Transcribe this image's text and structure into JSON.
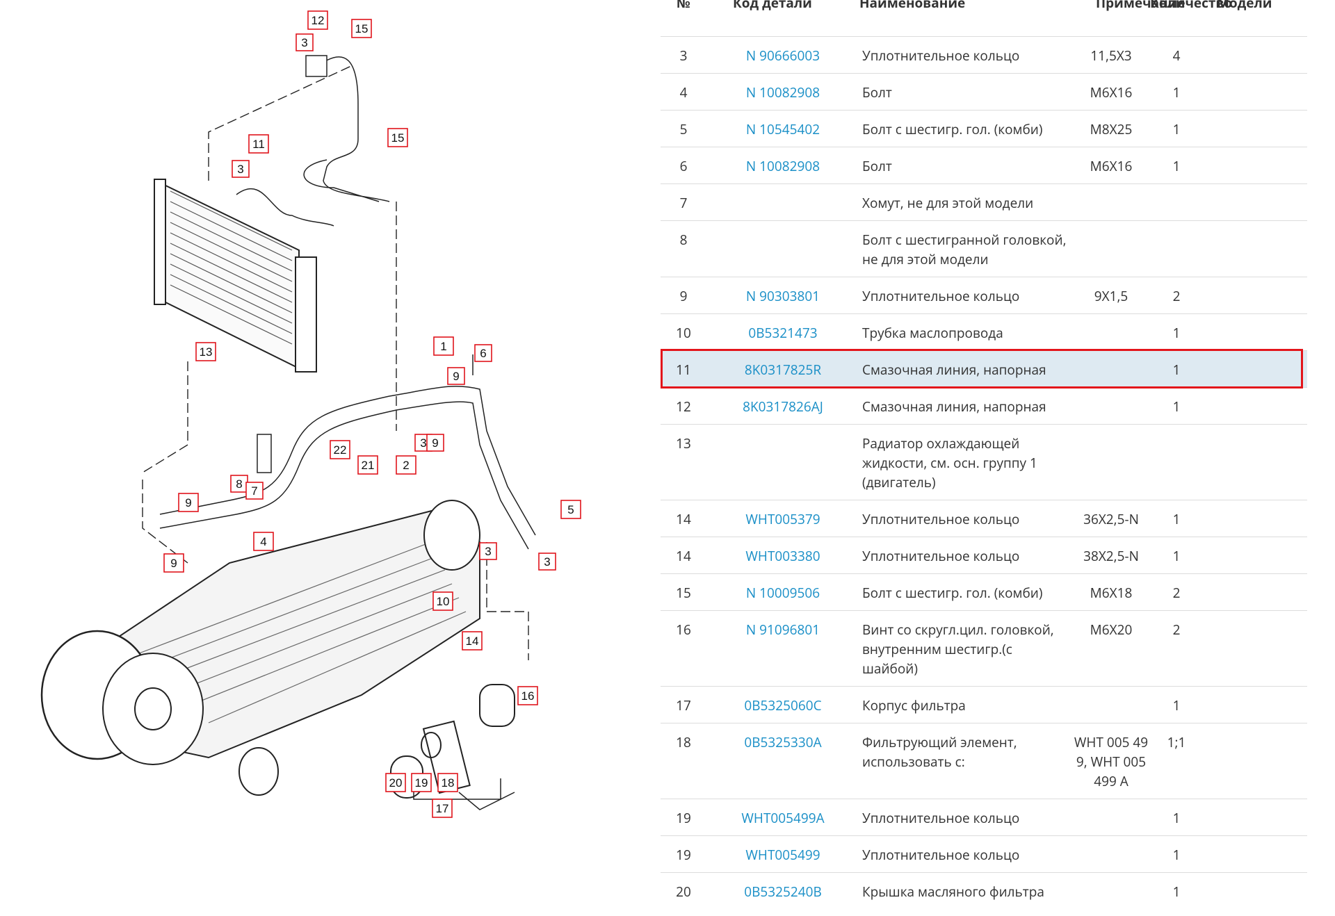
{
  "diagram_labels": [
    "12",
    "15",
    "3",
    "11",
    "3",
    "15",
    "13",
    "1",
    "9",
    "6",
    "22",
    "21",
    "3",
    "9",
    "2",
    "8",
    "7",
    "9",
    "4",
    "9",
    "5",
    "3",
    "3",
    "10",
    "14",
    "16",
    "20",
    "19",
    "18",
    "17"
  ],
  "table": {
    "headers": [
      "№",
      "Код детали",
      "Наименование",
      "Примечание",
      "Количество",
      "Модели"
    ],
    "rows": [
      {
        "no": "3",
        "code": "N 90666003",
        "name": "Уплотнительное кольцо",
        "note": "11,5X3",
        "qty": "4"
      },
      {
        "no": "4",
        "code": "N 10082908",
        "name": "Болт",
        "note": "M6X16",
        "qty": "1"
      },
      {
        "no": "5",
        "code": "N 10545402",
        "name": "Болт с шестигр. гол. (комби)",
        "note": "M8X25",
        "qty": "1"
      },
      {
        "no": "6",
        "code": "N 10082908",
        "name": "Болт",
        "note": "M6X16",
        "qty": "1"
      },
      {
        "no": "7",
        "code": "",
        "name": "Хомут, не для этой модели",
        "note": "",
        "qty": ""
      },
      {
        "no": "8",
        "code": "",
        "name": "Болт с шестигранной головкой, не для этой модели",
        "note": "",
        "qty": ""
      },
      {
        "no": "9",
        "code": "N 90303801",
        "name": "Уплотнительное кольцо",
        "note": "9X1,5",
        "qty": "2"
      },
      {
        "no": "10",
        "code": "0B5321473",
        "name": "Трубка маслопровода",
        "note": "",
        "qty": "1"
      },
      {
        "no": "11",
        "code": "8K0317825R",
        "name": "Смазочная линия, напорная",
        "note": "",
        "qty": "1",
        "highlight": true
      },
      {
        "no": "12",
        "code": "8K0317826AJ",
        "name": "Смазочная линия, напорная",
        "note": "",
        "qty": "1"
      },
      {
        "no": "13",
        "code": "",
        "name": "Радиатор охлаждающей жидкости, см. осн. группу 1 (двигатель)",
        "note": "",
        "qty": ""
      },
      {
        "no": "14",
        "code": "WHT005379",
        "name": "Уплотнительное кольцо",
        "note": "36X2,5-N",
        "qty": "1"
      },
      {
        "no": "14",
        "code": "WHT003380",
        "name": "Уплотнительное кольцо",
        "note": "38X2,5-N",
        "qty": "1"
      },
      {
        "no": "15",
        "code": "N 10009506",
        "name": "Болт с шестигр. гол. (комби)",
        "note": "M6X18",
        "qty": "2"
      },
      {
        "no": "16",
        "code": "N 91096801",
        "name": "Винт со скругл.цил. головкой, внутренним шестигр.(с шайбой)",
        "note": "M6X20",
        "qty": "2"
      },
      {
        "no": "17",
        "code": "0B5325060C",
        "name": "Корпус фильтра",
        "note": "",
        "qty": "1"
      },
      {
        "no": "18",
        "code": "0B5325330A",
        "name": "Фильтрующий элемент, использовать с:",
        "note": "WHT 005 499, WHT 005 499 A",
        "qty": "1;1"
      },
      {
        "no": "19",
        "code": "WHT005499A",
        "name": "Уплотнительное кольцо",
        "note": "",
        "qty": "1"
      },
      {
        "no": "19",
        "code": "WHT005499",
        "name": "Уплотнительное кольцо",
        "note": "",
        "qty": "1"
      },
      {
        "no": "20",
        "code": "0B5325240B",
        "name": "Крышка масляного фильтра",
        "note": "",
        "qty": "1"
      }
    ]
  },
  "colors": {
    "link": "#1a8fc7",
    "highlight_bg": "#deeaf2",
    "highlight_border": "#e3151b",
    "label_border": "#e0141c"
  }
}
